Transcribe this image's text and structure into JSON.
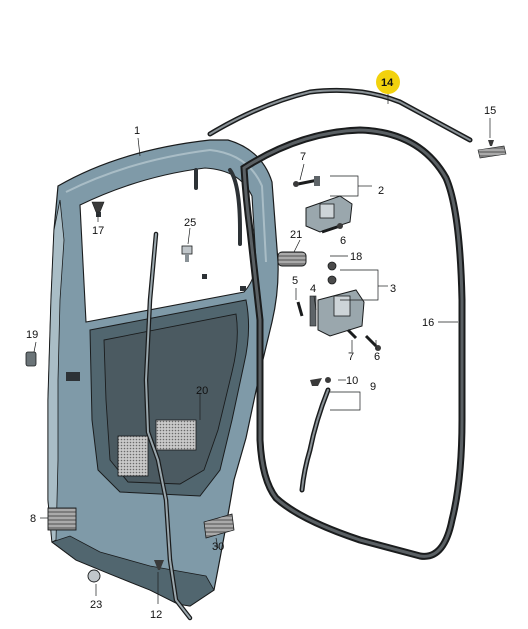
{
  "diagram": {
    "colors": {
      "door": "#7f9aa8",
      "door_dark": "#51666f",
      "door_light": "#a9bdc6",
      "panel": "#4b5a61",
      "seal": "#2d3236",
      "outline": "#1a1c1d",
      "highlight": "#f2d20d"
    },
    "parts": {
      "p1": "1",
      "p2": "2",
      "p3": "3",
      "p4": "4",
      "p5": "5",
      "p6a": "6",
      "p6b": "6",
      "p7a": "7",
      "p7b": "7",
      "p8": "8",
      "p9": "9",
      "p10": "10",
      "p12": "12",
      "p14": "14",
      "p15": "15",
      "p16": "16",
      "p17": "17",
      "p18": "18",
      "p19": "19",
      "p20": "20",
      "p21": "21",
      "p23": "23",
      "p25": "25",
      "p30": "30"
    },
    "highlighted_part": "14"
  }
}
